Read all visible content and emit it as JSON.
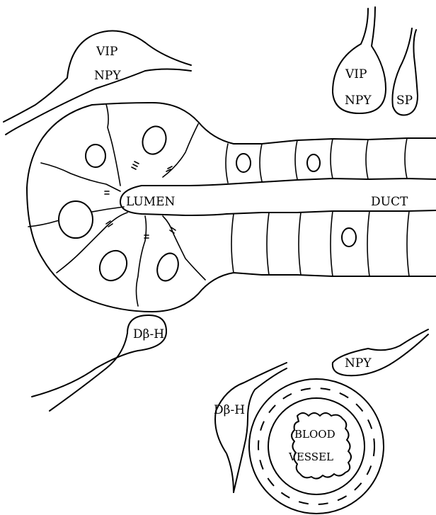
{
  "labels": {
    "vip_left": "VIP",
    "npy_left": "NPY",
    "vip_right": "VIP",
    "npy_right": "NPY",
    "sp": "SP",
    "lumen": "LUMEN",
    "duct": "DUCT",
    "dbh_left": "Dβ-H",
    "dbh_bottom": "Dβ-H",
    "npy_bottom": "NPY",
    "blood": "BLOOD",
    "vessel": "VESSEL"
  }
}
